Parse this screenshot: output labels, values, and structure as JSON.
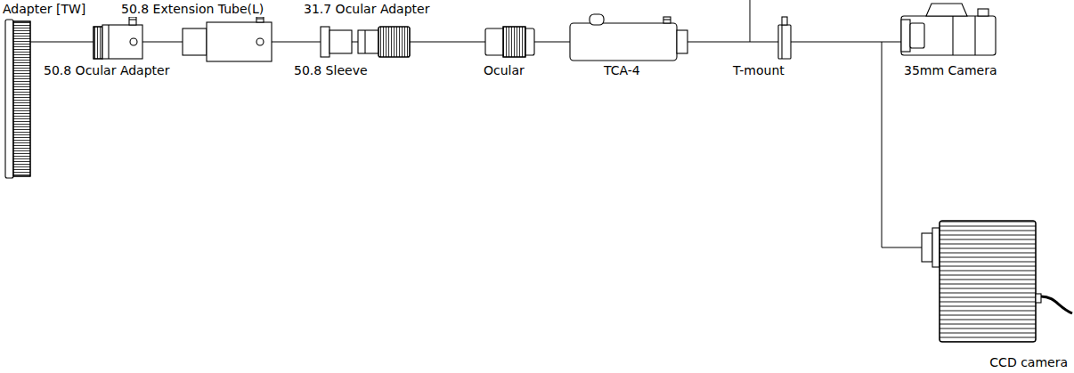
{
  "diagram": {
    "labels": [
      "Adapter [TW]",
      "50.8 Extension Tube(L)",
      "31.7 Ocular Adapter",
      "50.8 Ocular Adapter",
      "50.8 Sleeve",
      "Ocular",
      "TCA-4",
      "T-mount",
      "35mm Camera",
      "CCD camera"
    ]
  }
}
